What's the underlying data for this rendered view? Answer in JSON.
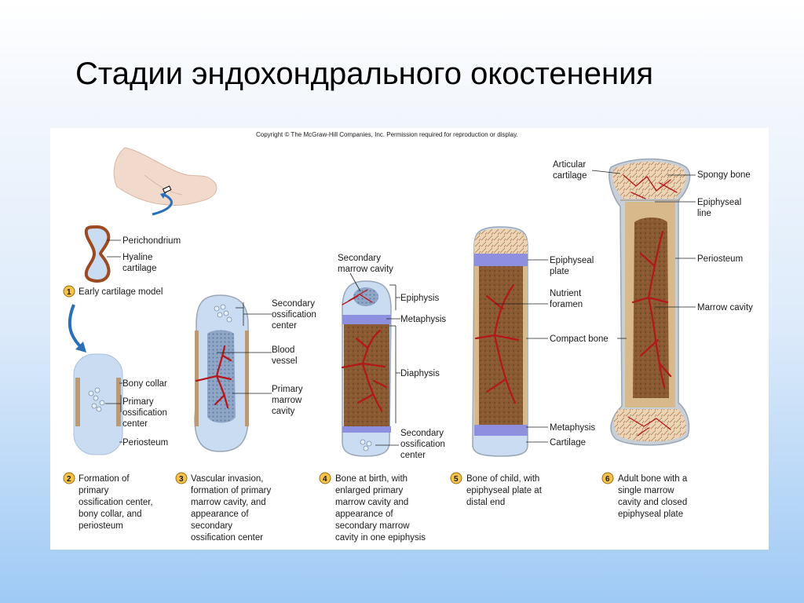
{
  "slide": {
    "title": "Стадии эндохондрального окостенения"
  },
  "figure": {
    "copyright": "Copyright © The McGraw-Hill Companies, Inc. Permission required for reproduction or display.",
    "stages": [
      {
        "number": "1",
        "caption": [
          "Early cartilage model"
        ],
        "labels": [
          "Perichondrium",
          "Hyaline",
          "cartilage"
        ]
      },
      {
        "number": "2",
        "caption": [
          "Formation of",
          "primary",
          "ossification center,",
          "bony collar, and",
          "periosteum"
        ],
        "labels": [
          "Bony collar",
          "Primary",
          "ossification",
          "center",
          "Periosteum"
        ]
      },
      {
        "number": "3",
        "caption": [
          "Vascular invasion,",
          "formation of primary",
          "marrow cavity, and",
          "appearance of",
          "secondary",
          "ossification center"
        ],
        "labels": [
          "Secondary",
          "ossification",
          "center",
          "Blood",
          "vessel",
          "Primary",
          "marrow",
          "cavity"
        ]
      },
      {
        "number": "4",
        "caption": [
          "Bone at birth, with",
          "enlarged primary",
          "marrow cavity and",
          "appearance of",
          "secondary marrow",
          "cavity in one epiphysis"
        ],
        "labels": [
          "Secondary",
          "marrow cavity",
          "Epiphysis",
          "Metaphysis",
          "Diaphysis",
          "Secondary",
          "ossification",
          "center"
        ]
      },
      {
        "number": "5",
        "caption": [
          "Bone of child, with",
          "epiphyseal plate at",
          "distal end"
        ],
        "labels": [
          "Epiphyseal",
          "plate",
          "Nutrient",
          "foramen",
          "Compact bone",
          "Metaphysis",
          "Cartilage"
        ]
      },
      {
        "number": "6",
        "caption": [
          "Adult bone with a",
          "single marrow",
          "cavity and closed",
          "epiphyseal plate"
        ],
        "labels": [
          "Articular",
          "cartilage",
          "Spongy bone",
          "Epiphyseal",
          "line",
          "Periosteum",
          "Marrow cavity"
        ]
      }
    ],
    "colors": {
      "cartilage": "#c9dcf2",
      "bone_marrow": "#8a5a32",
      "spongy_bone": "#ecd5b6",
      "vessel": "#b5161a",
      "growth_plate": "#8f8fe0",
      "step_badge": "#f6c34a"
    }
  }
}
